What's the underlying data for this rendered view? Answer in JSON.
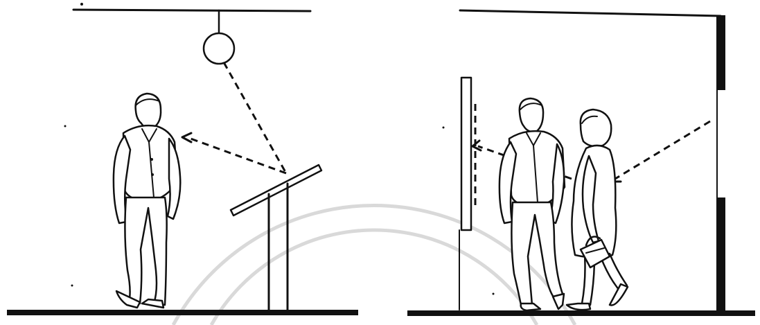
{
  "scenes": [
    {
      "id": "left",
      "elements": [
        "ceiling-line",
        "pendant-light",
        "reflected-glare-path",
        "standing-man",
        "slanted-display-stand",
        "floor"
      ]
    },
    {
      "id": "right",
      "elements": [
        "ceiling-line",
        "wall-with-window",
        "wall-mounted-display",
        "reflected-glare-path",
        "walking-man",
        "walking-woman-with-handbag",
        "floor"
      ]
    }
  ],
  "colors": {
    "ink": "#111111",
    "paper": "#ffffff",
    "watermark": "#d9d9d9"
  }
}
